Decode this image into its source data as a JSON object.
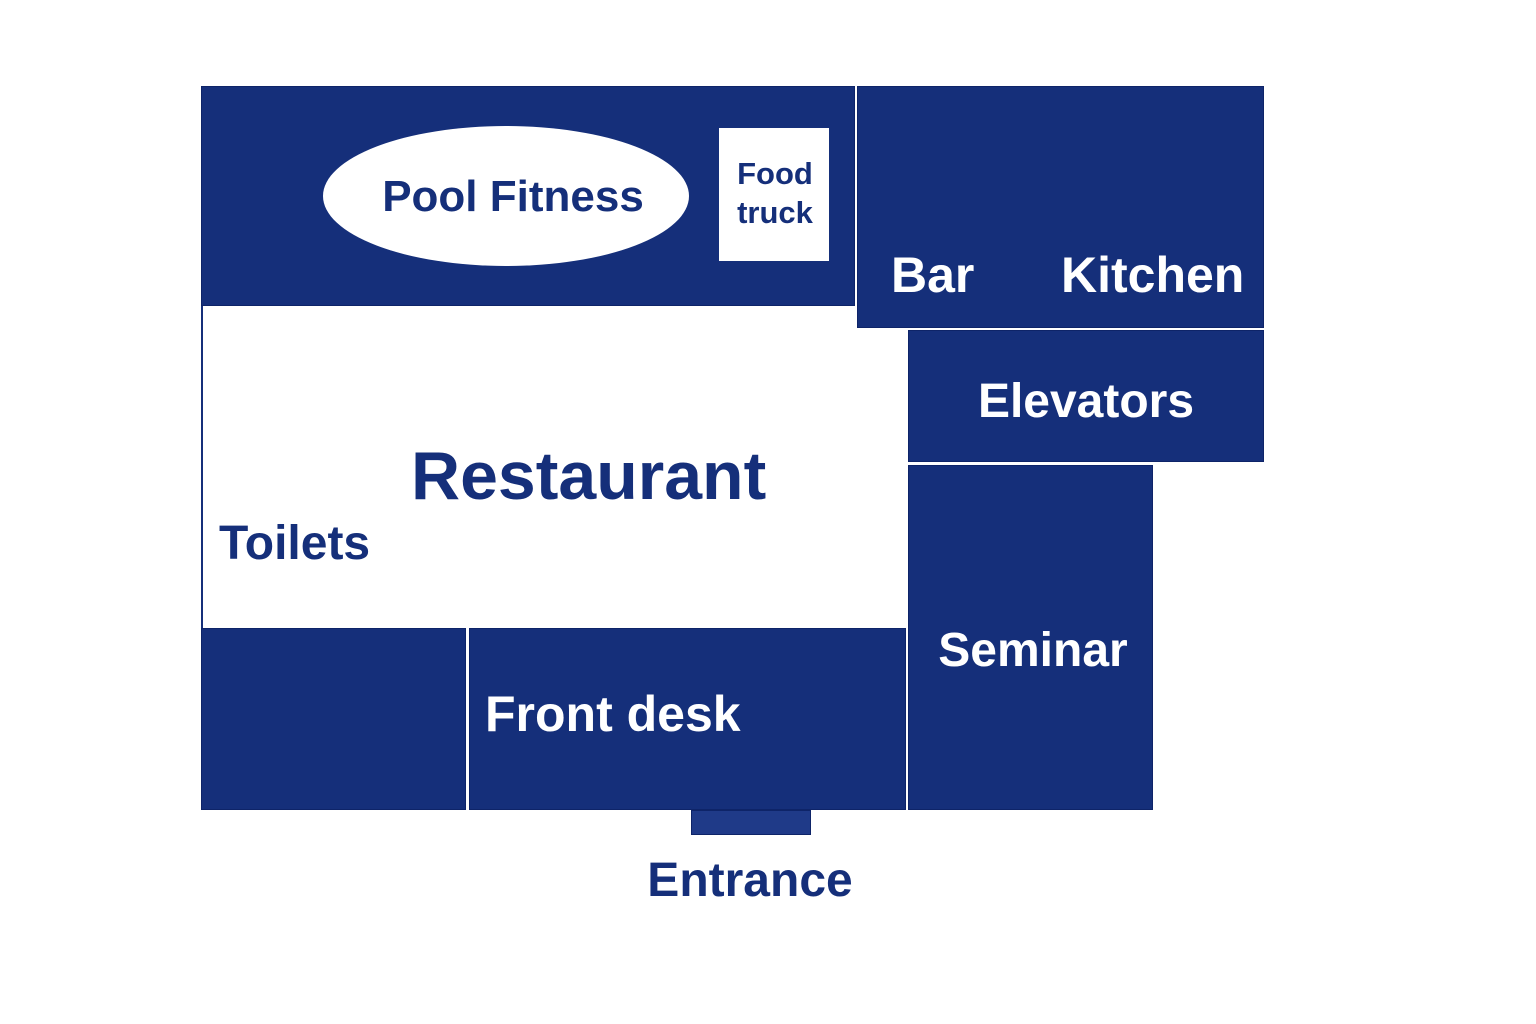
{
  "title": "Hotel floor plan",
  "colors": {
    "room": "#152f7a",
    "entrance": "#1f3a88",
    "background": "#ffffff"
  },
  "rooms": {
    "pool_fitness": "Pool Fitness",
    "food_truck_line1": "Food",
    "food_truck_line2": "truck",
    "bar": "Bar",
    "kitchen": "Kitchen",
    "elevators": "Elevators",
    "restaurant": "Restaurant",
    "toilets": "Toilets",
    "seminar": "Seminar",
    "front_desk": "Front desk",
    "entrance": "Entrance"
  }
}
